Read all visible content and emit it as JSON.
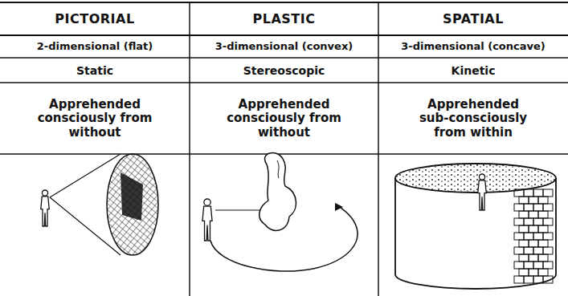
{
  "diagram": {
    "labels": [
      "PICTORIAL",
      "PLASTIC",
      "SPATIAL",
      "2-dimensional (flat)",
      "3-dimensional (convex)",
      "3-dimensional (concave)",
      "Static",
      "Stereoscopic",
      "Kinetic",
      "Apprehended consciously from without",
      "Apprehended consciously from without",
      "Apprehended sub-consciously from within"
    ]
  }
}
